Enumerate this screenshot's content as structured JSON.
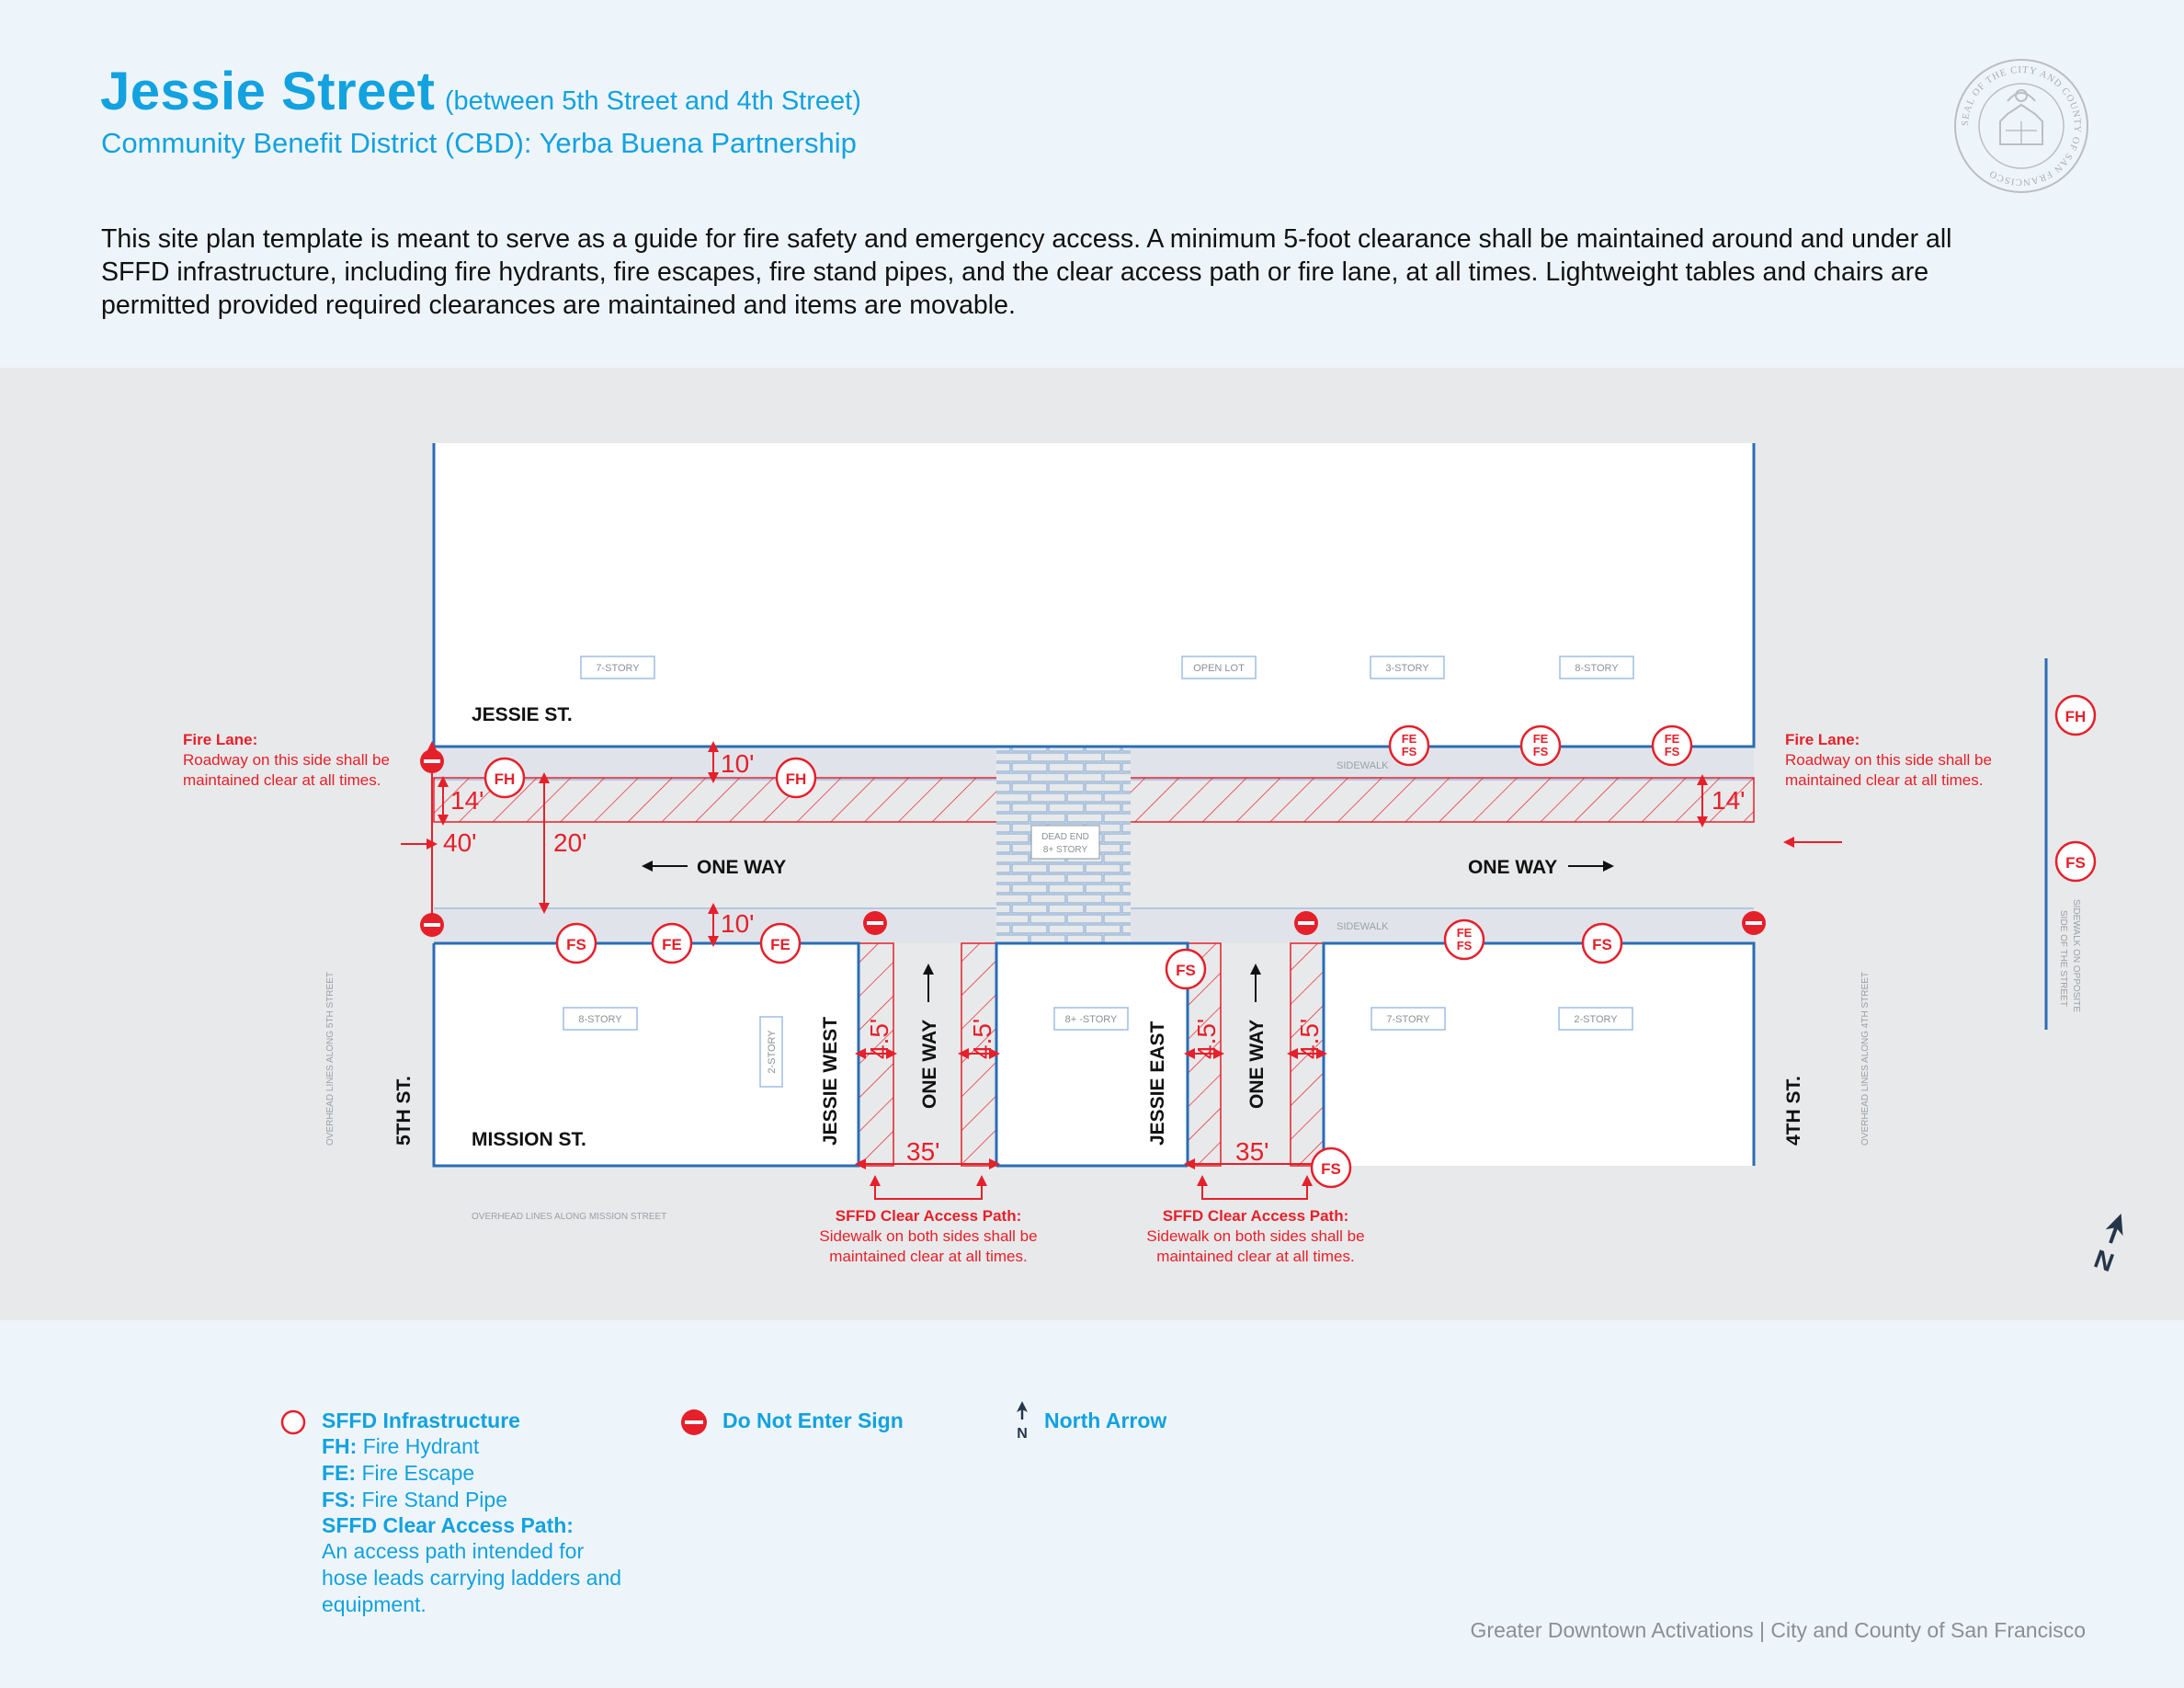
{
  "header": {
    "title": "Jessie Street",
    "title_sub": "(between 5th Street and 4th Street)",
    "subtitle": "Community Benefit District (CBD): Yerba Buena Partnership",
    "intro": "This site plan template is meant to serve as a guide for fire safety and emergency access. A minimum 5-foot clearance shall be maintained around and under all SFFD infrastructure, including fire hydrants, fire escapes, fire stand pipes, and the clear access path or fire lane, at all times. Lightweight tables and chairs are permitted provided required clearances are maintained and items are movable.",
    "seal_text": "SEAL OF THE CITY AND COUNTY OF SAN FRANCISCO"
  },
  "map": {
    "streets": {
      "jessie": "JESSIE ST.",
      "mission": "MISSION ST.",
      "fifth": "5TH ST.",
      "fourth": "4TH ST.",
      "jessie_west": "JESSIE WEST",
      "jessie_east": "JESSIE EAST"
    },
    "one_way": "ONE WAY",
    "sidewalk": "SIDEWALK",
    "overhead_5th": "OVERHEAD LINES ALONG 5TH STREET",
    "overhead_4th": "OVERHEAD LINES ALONG 4TH STREET",
    "overhead_mission": "OVERHEAD LINES ALONG MISSION STREET",
    "sidewalk_opposite_1": "SIDEWALK ON OPPOSITE",
    "sidewalk_opposite_2": "SIDE OF THE STREET",
    "dead_end_1": "DEAD END",
    "dead_end_2": "8+ STORY",
    "buildings": {
      "b1": "7-STORY",
      "b2": "OPEN LOT",
      "b3": "3-STORY",
      "b4": "8-STORY",
      "b5": "8-STORY",
      "b6": "2-STORY",
      "b7": "8+ -STORY",
      "b8": "7-STORY",
      "b9": "2-STORY"
    },
    "dims": {
      "d10": "10'",
      "d14": "14'",
      "d40": "40'",
      "d20": "20'",
      "d45": "4.5'",
      "d35": "35'"
    },
    "infra": {
      "fh": "FH",
      "fe": "FE",
      "fs": "FS"
    },
    "fire_lane": {
      "title": "Fire Lane:",
      "line1": "Roadway on this side shall be",
      "line2": "maintained clear at all times."
    },
    "access_path": {
      "title": "SFFD Clear Access Path:",
      "line1": "Sidewalk on both sides shall be",
      "line2": "maintained clear at all times."
    },
    "north": "N",
    "colors": {
      "red": "#e5202b",
      "blue": "#2a6db5",
      "accent": "#12a2e0"
    }
  },
  "legend": {
    "infra_title": "SFFD Infrastructure",
    "fh_key": "FH:",
    "fh_val": "Fire Hydrant",
    "fe_key": "FE:",
    "fe_val": "Fire Escape",
    "fs_key": "FS:",
    "fs_val": "Fire Stand Pipe",
    "path_title": "SFFD Clear Access Path:",
    "path_desc": "An access path intended for hose leads carrying ladders and equipment.",
    "dne": "Do Not Enter Sign",
    "north_arrow": "North Arrow",
    "north_letter": "N"
  },
  "footer": "Greater Downtown Activations  |  City and County of San Francisco"
}
